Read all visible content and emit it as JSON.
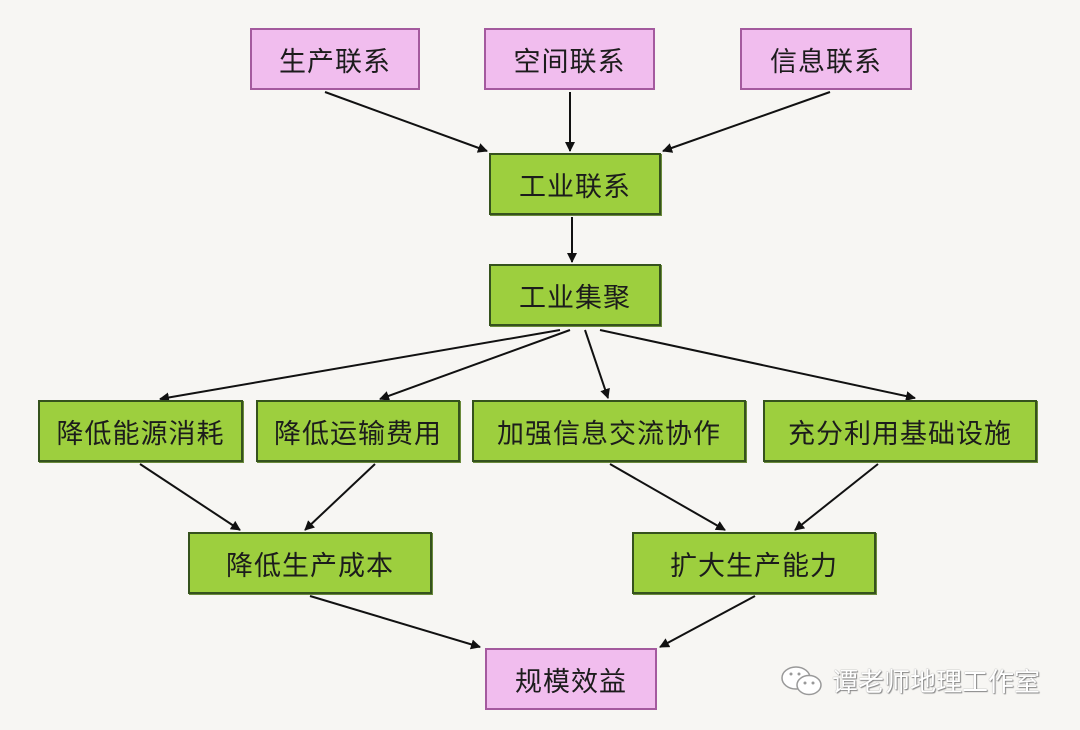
{
  "top": [
    "生产联系",
    "空间联系",
    "信息联系"
  ],
  "industrial_linkage": "工业联系",
  "industrial_agglomeration": "工业集聚",
  "effects": [
    "降低能源消耗",
    "降低运输费用",
    "加强信息交流协作",
    "充分利用基础设施"
  ],
  "outcomes": [
    "降低生产成本",
    "扩大生产能力"
  ],
  "result": "规模效益",
  "watermark": "谭老师地理工作室",
  "colors": {
    "pink": "#f1bdee",
    "green": "#9dcf3e"
  }
}
